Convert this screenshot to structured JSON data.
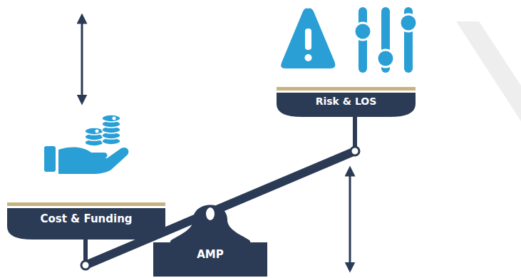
{
  "diagram": {
    "nodes": [
      {
        "text": [
          "Cost & Funding"
        ]
      },
      {
        "text": [
          "Risk & LOS"
        ]
      },
      {
        "text": [
          "AMP"
        ]
      }
    ]
  }
}
